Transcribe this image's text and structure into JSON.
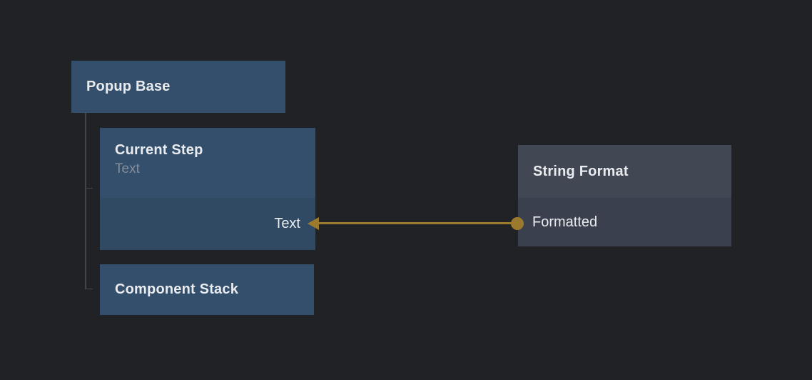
{
  "nodes": {
    "popup_base": {
      "title": "Popup Base"
    },
    "current_step": {
      "title": "Current Step",
      "subtitle": "Text",
      "port_label": "Text"
    },
    "component_stack": {
      "title": "Component Stack"
    },
    "string_format": {
      "title": "String Format",
      "port_label": "Formatted"
    }
  },
  "connection": {
    "from_node": "String Format",
    "from_port": "Formatted",
    "to_node": "Current Step",
    "to_port": "Text"
  },
  "colors": {
    "background": "#212225",
    "node_blue": "#344f6b",
    "node_blue_row": "#314a64",
    "node_gray": "#414854",
    "node_gray_row": "#3a404d",
    "wire": "#9c7a2d",
    "tree_line": "#434548",
    "title_text": "#e9ebee",
    "subtitle_text": "#848e9c"
  }
}
